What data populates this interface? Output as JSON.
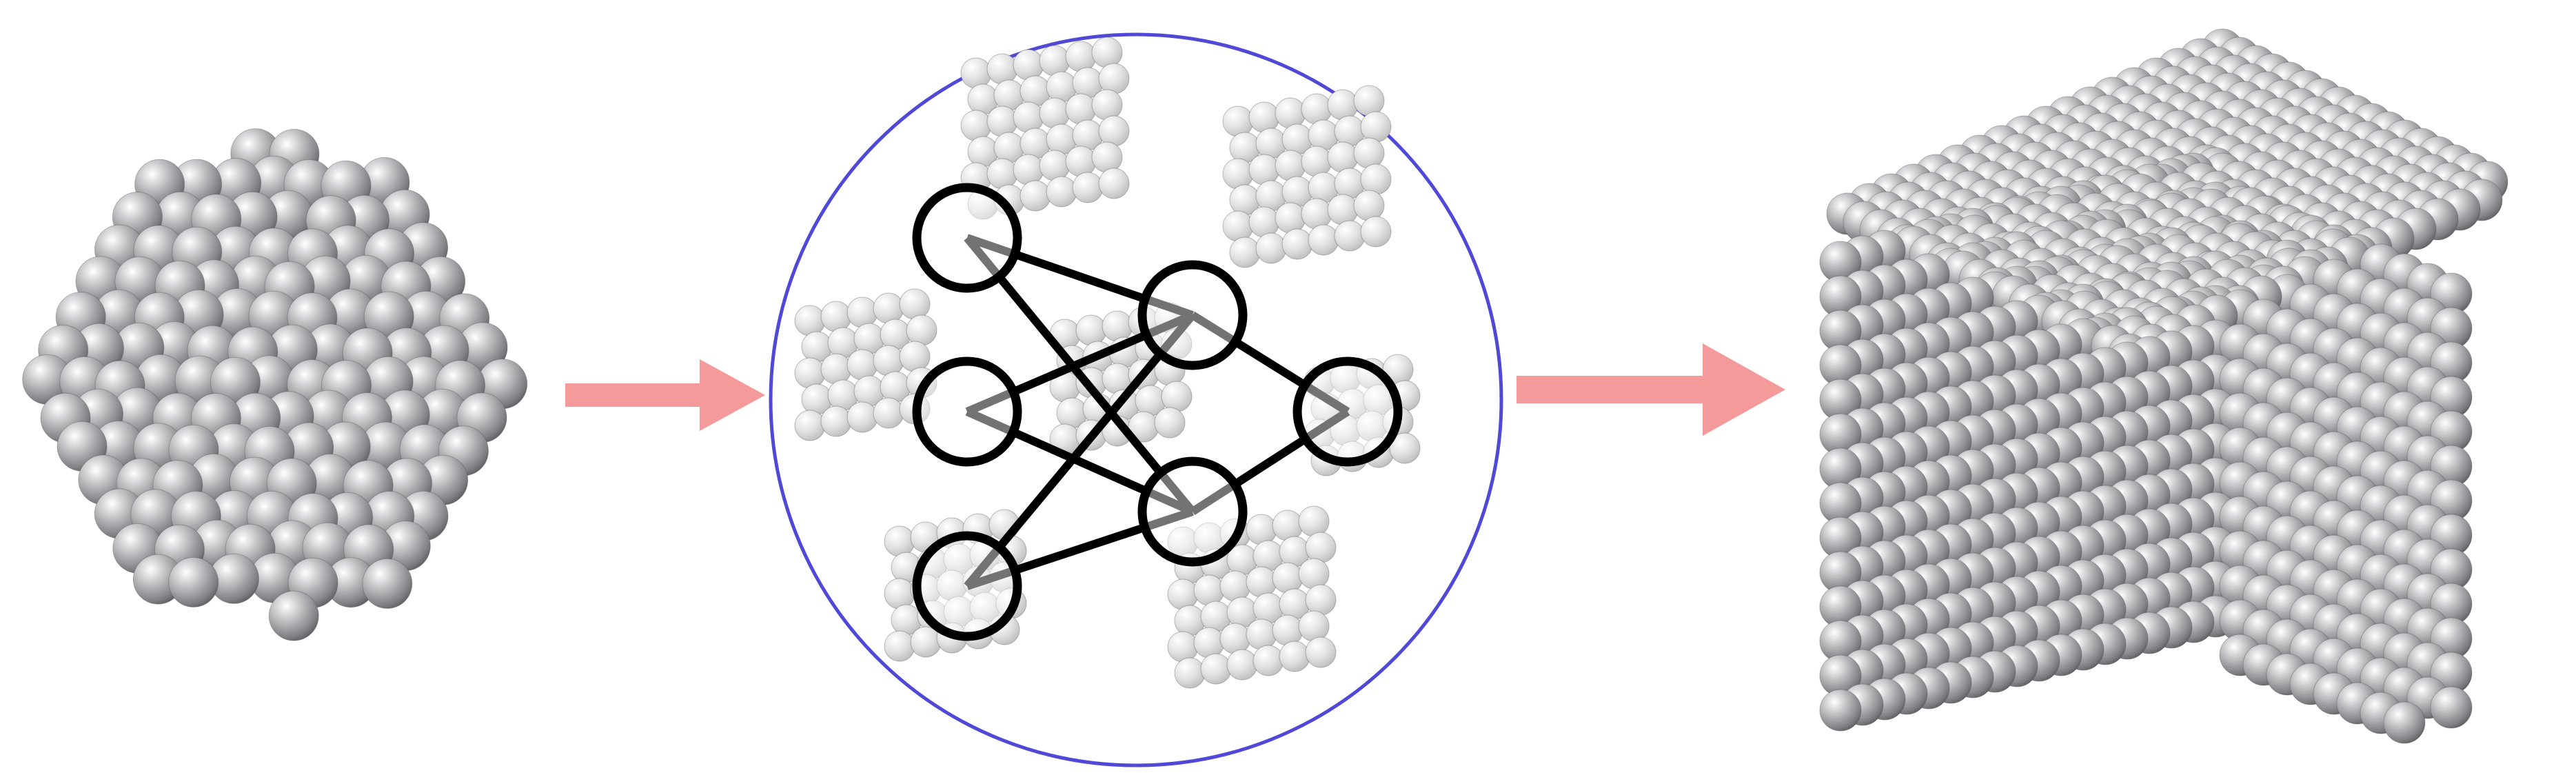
{
  "diagram": {
    "stages": [
      {
        "id": "small-cluster",
        "kind": "atomic-cluster"
      },
      {
        "id": "neural-network",
        "kind": "neural-network-over-fragments"
      },
      {
        "id": "large-crystal",
        "kind": "atomic-cluster"
      }
    ],
    "arrows": [
      {
        "from": "small-cluster",
        "to": "neural-network"
      },
      {
        "from": "neural-network",
        "to": "large-crystal"
      }
    ],
    "network": {
      "layers": [
        3,
        2,
        1
      ]
    },
    "colors": {
      "arrow": "#f49a9a",
      "circle_border": "#5048d6",
      "atom": "#bdbdc0",
      "atom_shadow": "#6a6a6e",
      "node_stroke": "#000000",
      "fragment_atom": "#d9d9d9"
    }
  }
}
